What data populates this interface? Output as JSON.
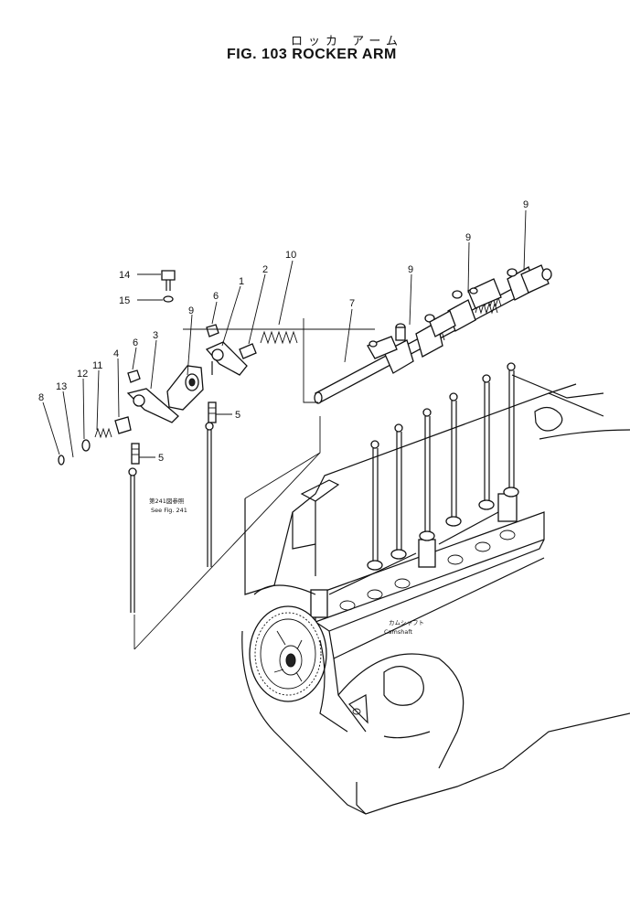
{
  "header": {
    "title_jp": "ロッカ アーム",
    "title": "FIG. 103  ROCKER ARM"
  },
  "callouts": {
    "c1": "1",
    "c2": "2",
    "c3": "3",
    "c4": "4",
    "c5a": "5",
    "c5b": "5",
    "c6a": "6",
    "c6b": "6",
    "c7": "7",
    "c8": "8",
    "c9a": "9",
    "c9b": "9",
    "c9c": "9",
    "c9d": "9",
    "c10": "10",
    "c11": "11",
    "c12": "12",
    "c13": "13",
    "c14": "14",
    "c15": "15"
  },
  "notes": {
    "see_fig_jp": "第241図参照",
    "see_fig": "See Fig. 241",
    "camshaft_jp": "カムシャフト",
    "camshaft": "Camshaft"
  }
}
